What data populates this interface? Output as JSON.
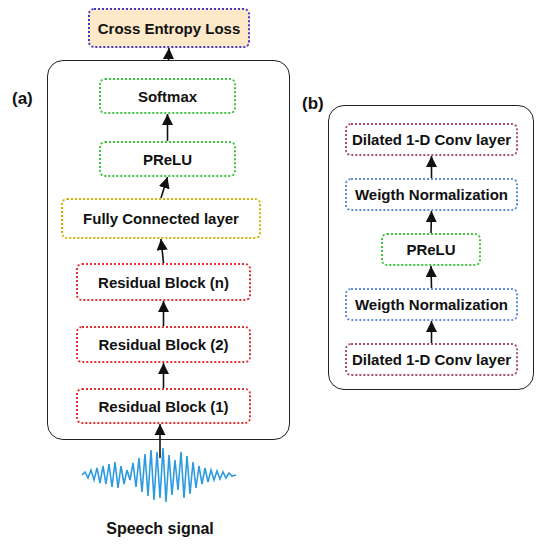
{
  "diagram": {
    "nodes": [
      {
        "text": [
          "Cross Entropy Loss"
        ]
      },
      {
        "text": [
          "(a)"
        ]
      },
      {
        "text": [
          "Softmax"
        ],
        "in": 1
      },
      {
        "text": [
          "PReLU"
        ],
        "in": 1
      },
      {
        "text": [
          "Fully Connected layer"
        ],
        "in": 1
      },
      {
        "text": [
          "Residual Block (n)"
        ],
        "in": 1
      },
      {
        "text": [
          "Residual Block (2)"
        ],
        "in": 1
      },
      {
        "text": [
          "Residual Block (1)"
        ],
        "in": 1
      },
      {
        "text": [
          "(b)"
        ]
      },
      {
        "text": [
          "Dilated 1-D Conv layer"
        ],
        "in": 8
      },
      {
        "text": [
          "Weigth Normalization"
        ],
        "in": 8
      },
      {
        "text": [
          "PReLU"
        ],
        "in": 8
      },
      {
        "text": [
          "Weigth Normalization"
        ],
        "in": 8
      },
      {
        "text": [
          "Dilated 1-D Conv layer"
        ],
        "in": 8
      }
    ],
    "edges": [
      {
        "from": 1,
        "to": 0,
        "arrow": "to"
      },
      {
        "from": 7,
        "to": 6,
        "arrow": "to"
      },
      {
        "from": 6,
        "to": 5,
        "arrow": "to"
      },
      {
        "from": 5,
        "to": 4,
        "arrow": "to"
      },
      {
        "from": 4,
        "to": 3,
        "arrow": "to"
      },
      {
        "from": 3,
        "to": 2,
        "arrow": "to"
      },
      {
        "from": 13,
        "to": 12,
        "arrow": "to"
      },
      {
        "from": 12,
        "to": 11,
        "arrow": "to"
      },
      {
        "from": 11,
        "to": 10,
        "arrow": "to"
      },
      {
        "from": 10,
        "to": 9,
        "arrow": "to"
      }
    ],
    "labels": [
      "Speech signal"
    ]
  }
}
